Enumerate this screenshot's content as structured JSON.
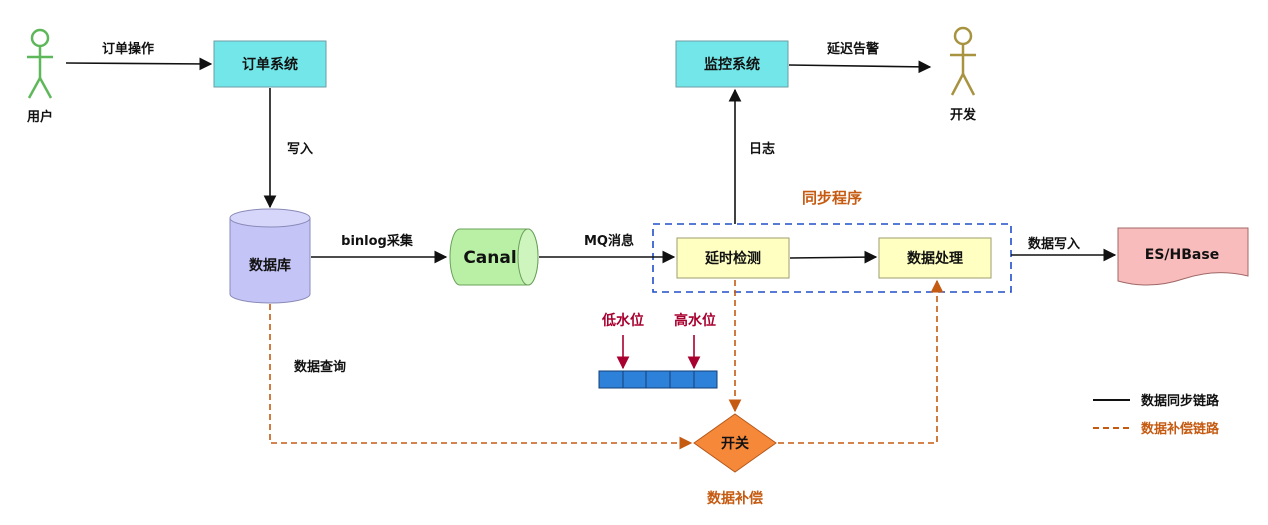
{
  "actors": {
    "user": "用户",
    "developer": "开发"
  },
  "nodes": {
    "order_system": "订单系统",
    "monitor_system": "监控系统",
    "database": "数据库",
    "canal": "Canal",
    "delay_check": "延时检测",
    "data_process": "数据处理",
    "es_hbase": "ES/HBase",
    "switch": "开关"
  },
  "edges": {
    "order_op": "订单操作",
    "write_in": "写入",
    "binlog": "binlog采集",
    "mq": "MQ消息",
    "log": "日志",
    "delay_alert": "延迟告警",
    "data_write": "数据写入",
    "data_query": "数据查询"
  },
  "group": {
    "sync_program": "同步程序"
  },
  "watermarks": {
    "low": "低水位",
    "high": "高水位"
  },
  "compensation_label": "数据补偿",
  "legend": {
    "sync_link": "数据同步链路",
    "compensation_link": "数据补偿链路"
  },
  "colors": {
    "cyan_box": "#72e6e8",
    "yellow_box": "#ffffc2",
    "db": "#c4c4f7",
    "canal": "#b9f0a6",
    "es": "#f8bcbc",
    "switch": "#f6883a",
    "queue": "#2d81d8",
    "user_actor": "#5eb85a",
    "dev_actor": "#a89340",
    "dashed_orange": "#c55a11",
    "dashed_blue": "#1f4ec9",
    "watermark_red": "#a8002f"
  }
}
